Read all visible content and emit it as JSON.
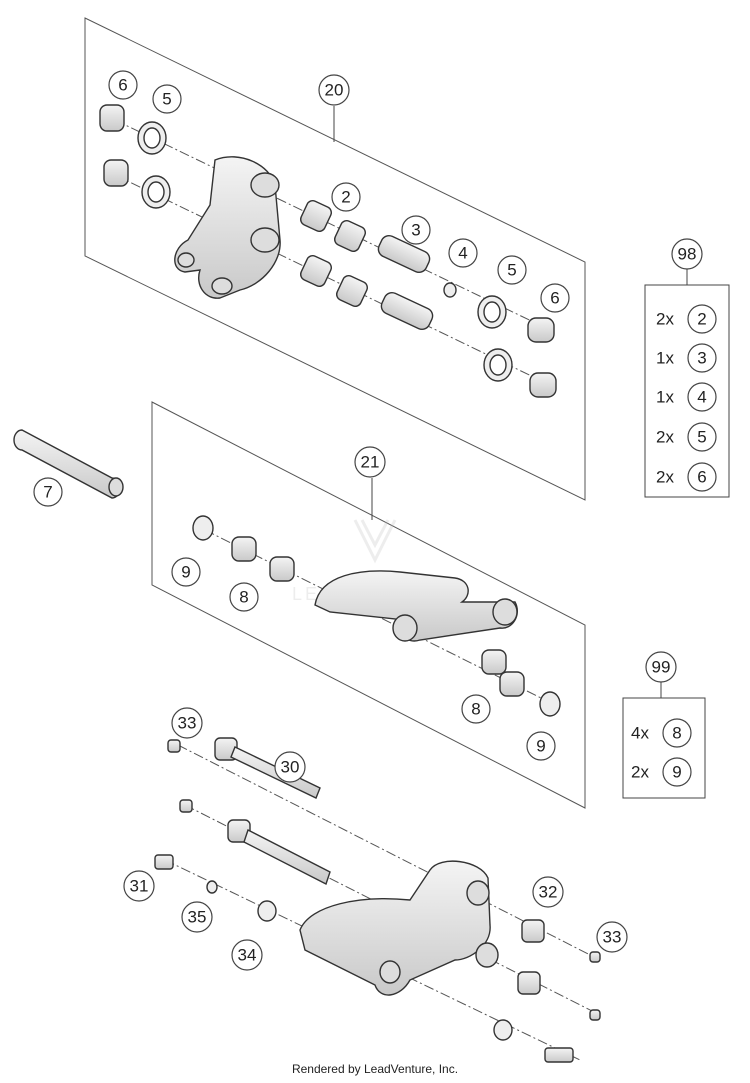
{
  "diagram": {
    "callouts": {
      "c20": "20",
      "c6a": "6",
      "c5a": "5",
      "c2": "2",
      "c3": "3",
      "c4": "4",
      "c5b": "5",
      "c6b": "6",
      "c7": "7",
      "c21": "21",
      "c9a": "9",
      "c8a": "8",
      "c8b": "8",
      "c9b": "9",
      "c33a": "33",
      "c30": "30",
      "c31": "31",
      "c35": "35",
      "c34": "34",
      "c32": "32",
      "c33b": "33"
    },
    "kit_98": {
      "number": "98",
      "rows": [
        {
          "qty": "2x",
          "part": "2"
        },
        {
          "qty": "1x",
          "part": "3"
        },
        {
          "qty": "1x",
          "part": "4"
        },
        {
          "qty": "2x",
          "part": "5"
        },
        {
          "qty": "2x",
          "part": "6"
        }
      ]
    },
    "kit_99": {
      "number": "99",
      "rows": [
        {
          "qty": "4x",
          "part": "8"
        },
        {
          "qty": "2x",
          "part": "9"
        }
      ]
    },
    "watermark": "LEADVENTURE"
  },
  "footer": {
    "credit": "Rendered by LeadVenture, Inc."
  }
}
